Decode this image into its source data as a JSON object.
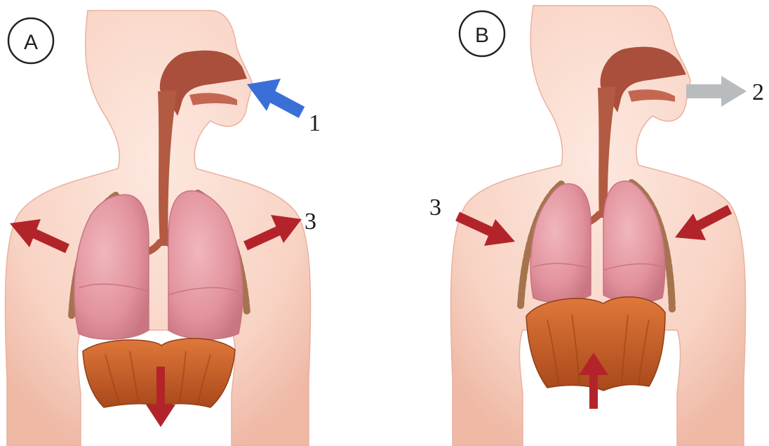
{
  "panels": [
    {
      "id": "A",
      "letter": "A",
      "airflow_label": "1",
      "chest_label": "3",
      "airflow_color": "#3a6fd8",
      "muscle_arrow_color": "#b3242a"
    },
    {
      "id": "B",
      "letter": "B",
      "airflow_label": "2",
      "chest_label": "3",
      "airflow_color": "#b9bcbe",
      "muscle_arrow_color": "#b3242a"
    }
  ],
  "colors": {
    "skin": "#f8d6c8",
    "skin_shade": "#eeb6a4",
    "airway": "#b4553f",
    "lung": "#e49aa3",
    "lung_dark": "#c86f7a",
    "rib": "#a5744f",
    "diaphragm": "#c85e22",
    "diaphragm_dark": "#a1461a"
  }
}
